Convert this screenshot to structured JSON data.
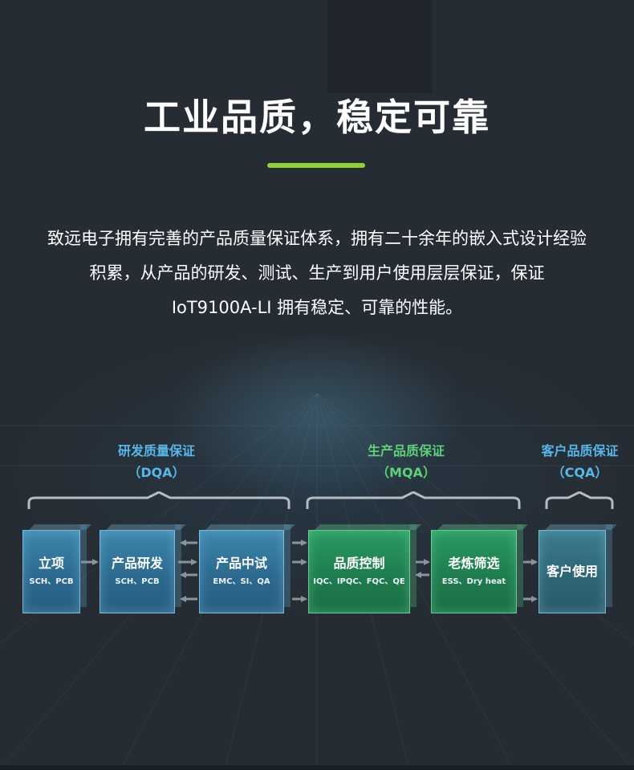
{
  "title": "工业品质，稳定可靠",
  "intro": "致远电子拥有完善的产品质量保证体系，拥有二十余年的嵌入式设计经验积累，从产品的研发、测试、生产到用户使用层层保证，保证 IoT9100A-LI 拥有稳定、可靠的性能。",
  "colors": {
    "accent": "#8fd13a",
    "blue": "#59b6e8",
    "green": "#5fd07a"
  },
  "stages": [
    {
      "name": "研发质量保证",
      "abbr": "（DQA）"
    },
    {
      "name": "生产品质保证",
      "abbr": "（MQA）"
    },
    {
      "name": "客户品质保证",
      "abbr": "（CQA）"
    }
  ],
  "steps": [
    {
      "title": "立项",
      "sub": "SCH、PCB"
    },
    {
      "title": "产品研发",
      "sub": "SCH、PCB"
    },
    {
      "title": "产品中试",
      "sub": "EMC、SI、QA"
    },
    {
      "title": "品质控制",
      "sub": "IQC、IPQC、FQC、QE"
    },
    {
      "title": "老炼筛选",
      "sub": "ESS、Dry heat"
    },
    {
      "title": "客户使用",
      "sub": ""
    }
  ]
}
